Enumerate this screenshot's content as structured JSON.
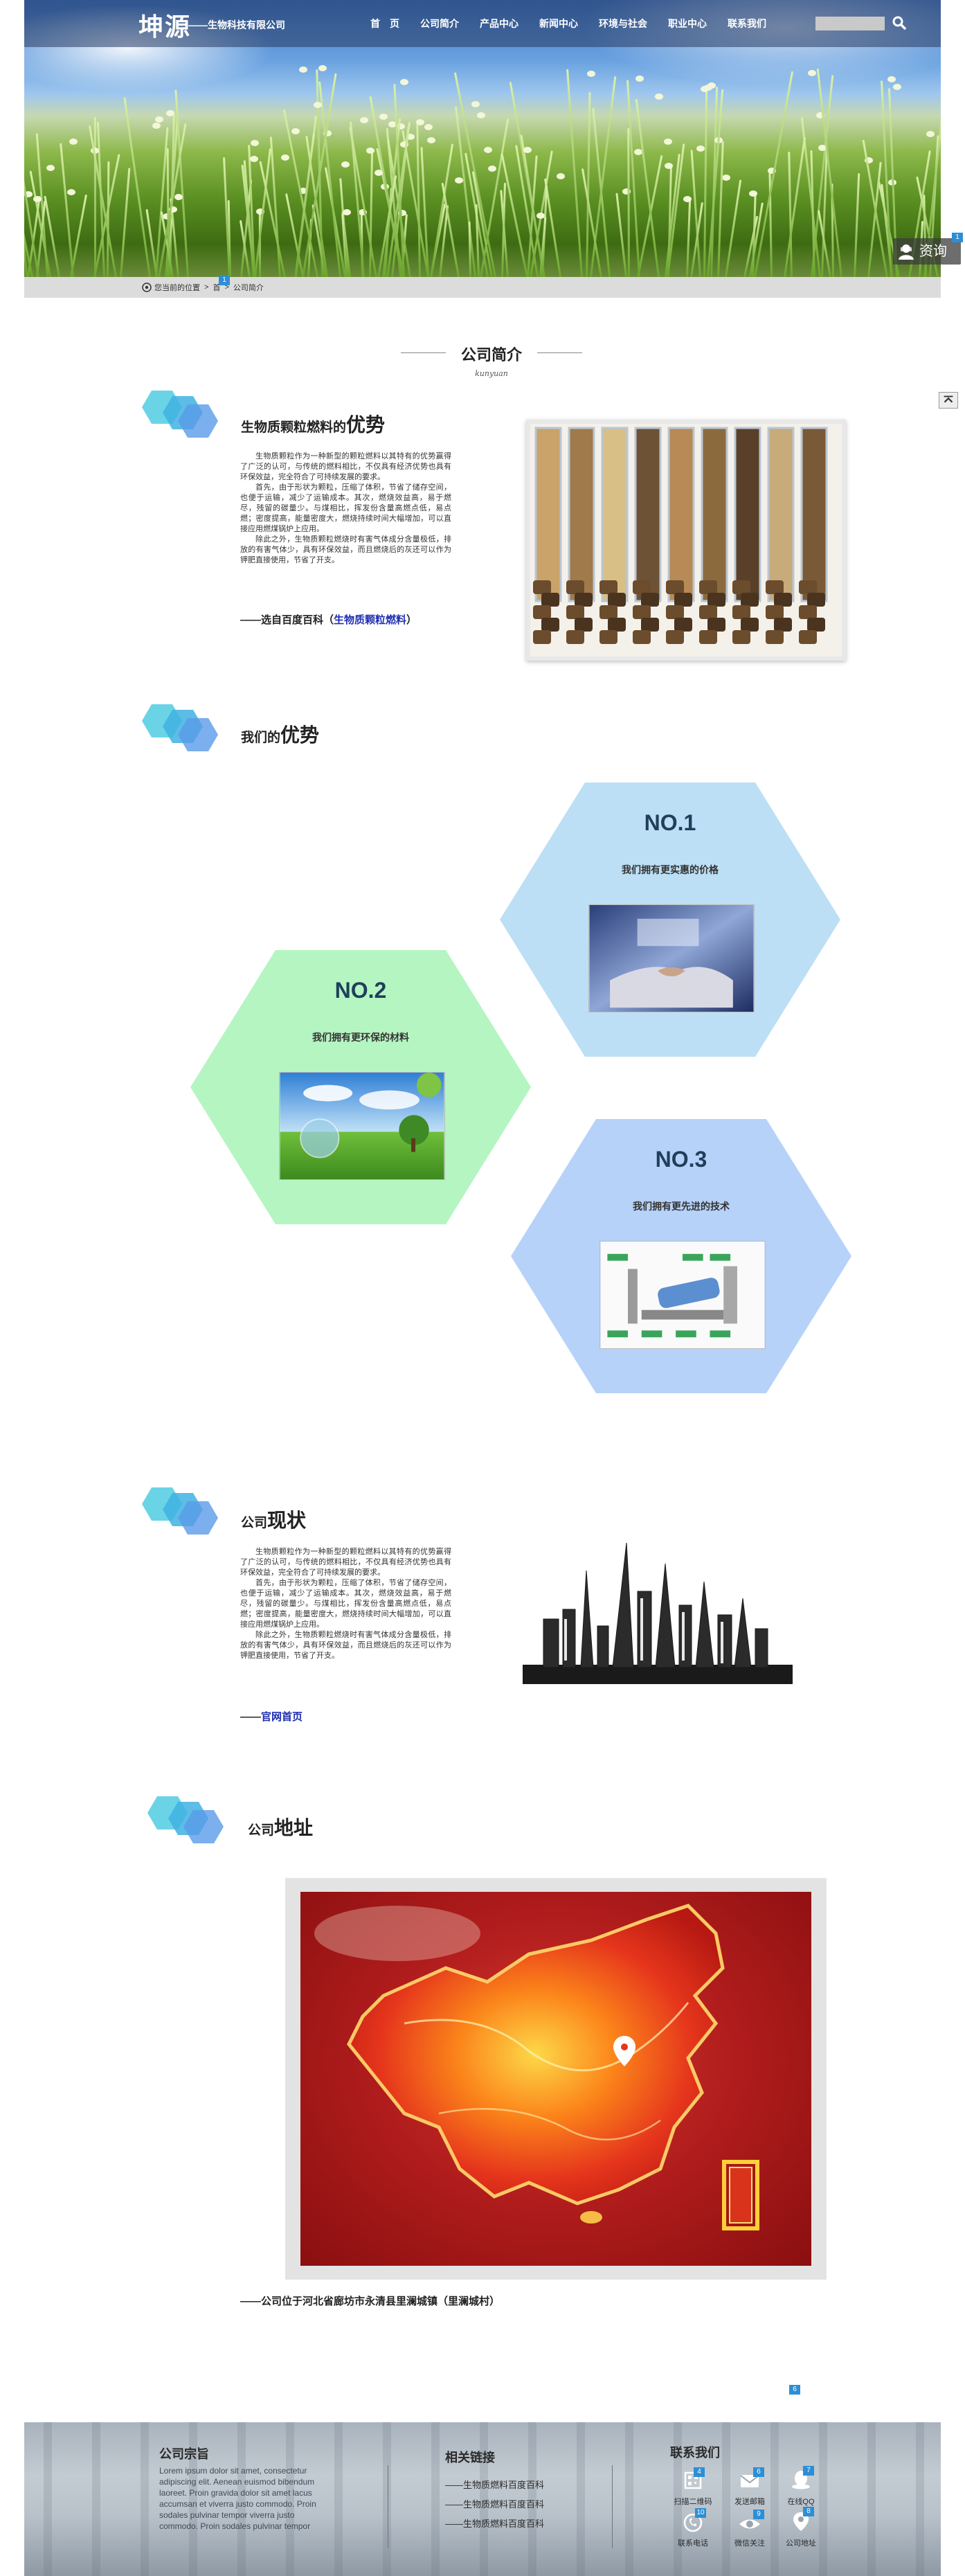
{
  "header": {
    "logo_main": "坤源",
    "logo_sub": "——生物科技有限公司",
    "nav": [
      "首　页",
      "公司简介",
      "产品中心",
      "新闻中心",
      "环境与社会",
      "职业中心",
      "联系我们"
    ],
    "search_placeholder": ""
  },
  "hero": {
    "consult_label": "资询",
    "consult_badge": "1"
  },
  "breadcrumb": {
    "items": [
      "您当前的位置",
      "首",
      "公司简介"
    ],
    "separator": ">",
    "badge": "1"
  },
  "section_title": {
    "title": "公司简介",
    "subtitle": "kunyuan"
  },
  "intro": {
    "heading_prefix": "生物质颗粒燃料的",
    "heading_bold": "优势",
    "paragraphs": [
      "生物质颗粒作为一种新型的颗粒燃料以其特有的优势赢得了广泛的认可，与传统的燃料相比，不仅具有经济优势也具有环保效益，完全符合了可持续发展的要求。",
      "首先，由于形状为颗粒，压缩了体积，节省了储存空间，也便于运输，减少了运输成本。其次，燃烧效益高，易于燃尽，残留的碳量少。与煤相比，挥发份含量高燃点低，易点燃；密度提高，能量密度大，燃烧持续时间大幅增加，可以直接应用燃煤锅炉上应用。",
      "除此之外，生物质颗粒燃烧时有害气体成分含量极低，排放的有害气体少，具有环保效益，而且燃烧后的灰还可以作为钾肥直接使用，节省了开支。"
    ],
    "source_prefix": "——选自百度百科（",
    "source_link": "生物质颗粒燃料",
    "source_suffix": "）"
  },
  "advantages": {
    "heading_prefix": "我们的",
    "heading_bold": "优势",
    "items": [
      {
        "no": "NO.1",
        "caption": "我们拥有更实惠的价格",
        "color": "#bcdff5"
      },
      {
        "no": "NO.2",
        "caption": "我们拥有更环保的材料",
        "color": "#b5f5c2"
      },
      {
        "no": "NO.3",
        "caption": "我们拥有更先进的技术",
        "color": "#b7d2f8"
      }
    ]
  },
  "status": {
    "heading_prefix": "公司",
    "heading_bold": "现状",
    "paragraphs": [
      "生物质颗粒作为一种新型的颗粒燃料以其特有的优势赢得了广泛的认可，与传统的燃料相比，不仅具有经济优势也具有环保效益，完全符合了可持续发展的要求。",
      "首先，由于形状为颗粒，压缩了体积，节省了储存空间，也便于运输，减少了运输成本。其次，燃烧效益高，易于燃尽，残留的碳量少。与煤相比，挥发份含量高燃点低，易点燃；密度提高，能量密度大，燃烧持续时间大幅增加，可以直接应用燃煤锅炉上应用。",
      "除此之外，生物质颗粒燃烧时有害气体成分含量极低，排放的有害气体少，具有环保效益，而且燃烧后的灰还可以作为钾肥直接使用，节省了开支。"
    ],
    "link_prefix": "——",
    "link_text": "官网首页"
  },
  "address": {
    "heading_prefix": "公司",
    "heading_bold": "地址",
    "caption_prefix": "——公司位于",
    "caption_bold": "河北省廊坊市永清县里澜城镇（里澜城村）"
  },
  "page_badge": "6",
  "footer": {
    "mission_title": "公司宗旨",
    "mission_text": "Lorem ipsum dolor sit amet, consectetur adipiscing elit. Aenean euismod bibendum laoreet. Proin gravida dolor sit amet lacus accumsan et viverra justo commodo. Proin sodales pulvinar tempor viverra justo commodo. Proin sodales pulvinar tempor",
    "links_title": "相关链接",
    "links": [
      "——生物质燃料百度百科",
      "——生物质燃料百度百科",
      "——生物质燃料百度百科"
    ],
    "contact_title": "联系我们",
    "contact_items": [
      {
        "label": "扫描二维码",
        "icon": "qrcode-icon",
        "badge": "4"
      },
      {
        "label": "发送邮箱",
        "icon": "mail-icon",
        "badge": "6"
      },
      {
        "label": "在线QQ",
        "icon": "qq-icon",
        "badge": "7"
      },
      {
        "label": "联系电话",
        "icon": "phone-icon",
        "badge": "10"
      },
      {
        "label": "微信关注",
        "icon": "wechat-eye-icon",
        "badge": "9"
      },
      {
        "label": "公司地址",
        "icon": "location-icon",
        "badge": "8"
      }
    ]
  }
}
